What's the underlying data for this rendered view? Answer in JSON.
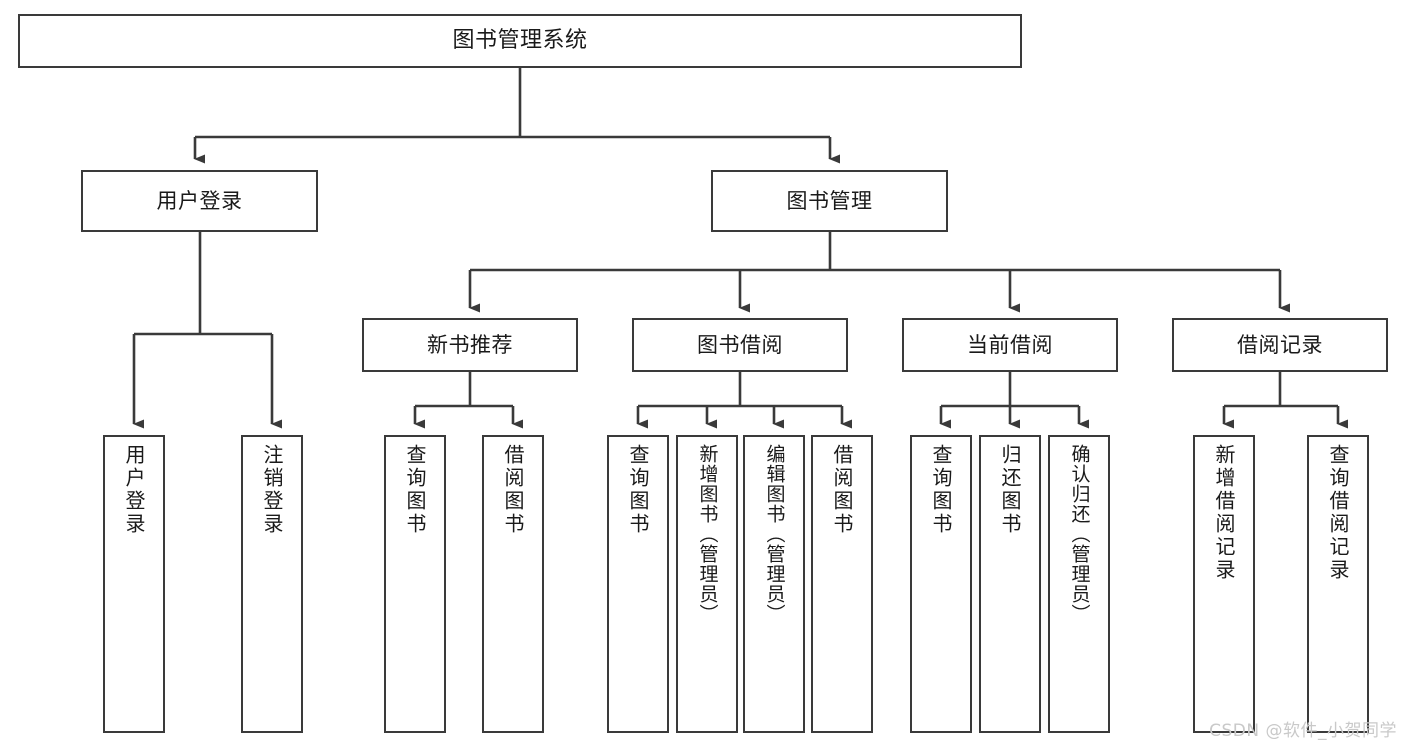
{
  "diagram": {
    "title": "图书管理系统",
    "type": "功能结构图",
    "colors": {
      "node_border": "#3a3a3a",
      "node_fill": "#ffffff",
      "edge": "#3a3a3a",
      "text": "#1a1a1a",
      "watermark": "#c9c9c9",
      "background": "#ffffff"
    },
    "watermark": "CSDN @软件_小贺同学",
    "levels": {
      "root": {
        "label": "图书管理系统"
      },
      "level2": [
        {
          "id": "user-login",
          "label": "用户登录"
        },
        {
          "id": "book-manage",
          "label": "图书管理"
        }
      ],
      "level3": [
        {
          "id": "new-book-recommend",
          "label": "新书推荐",
          "parent": "book-manage"
        },
        {
          "id": "book-borrow",
          "label": "图书借阅",
          "parent": "book-manage"
        },
        {
          "id": "current-borrow",
          "label": "当前借阅",
          "parent": "book-manage"
        },
        {
          "id": "borrow-record",
          "label": "借阅记录",
          "parent": "book-manage"
        }
      ],
      "leaves": [
        {
          "id": "leaf-user-login",
          "label": "用户登录",
          "parent": "user-login"
        },
        {
          "id": "leaf-logout-login",
          "label": "注销登录",
          "parent": "user-login"
        },
        {
          "id": "leaf-query-book-1",
          "label": "查询图书",
          "parent": "new-book-recommend"
        },
        {
          "id": "leaf-borrow-book-1",
          "label": "借阅图书",
          "parent": "new-book-recommend"
        },
        {
          "id": "leaf-query-book-2",
          "label": "查询图书",
          "parent": "book-borrow"
        },
        {
          "id": "leaf-add-book",
          "label": "新增图书（管理员）",
          "parent": "book-borrow"
        },
        {
          "id": "leaf-edit-book",
          "label": "编辑图书（管理员）",
          "parent": "book-borrow"
        },
        {
          "id": "leaf-borrow-book-2",
          "label": "借阅图书",
          "parent": "book-borrow"
        },
        {
          "id": "leaf-query-book-3",
          "label": "查询图书",
          "parent": "current-borrow"
        },
        {
          "id": "leaf-return-book",
          "label": "归还图书",
          "parent": "current-borrow"
        },
        {
          "id": "leaf-confirm-return",
          "label": "确认归还（管理员）",
          "parent": "current-borrow"
        },
        {
          "id": "leaf-add-record",
          "label": "新增借阅记录",
          "parent": "borrow-record"
        },
        {
          "id": "leaf-query-record",
          "label": "查询借阅记录",
          "parent": "borrow-record"
        }
      ]
    }
  }
}
